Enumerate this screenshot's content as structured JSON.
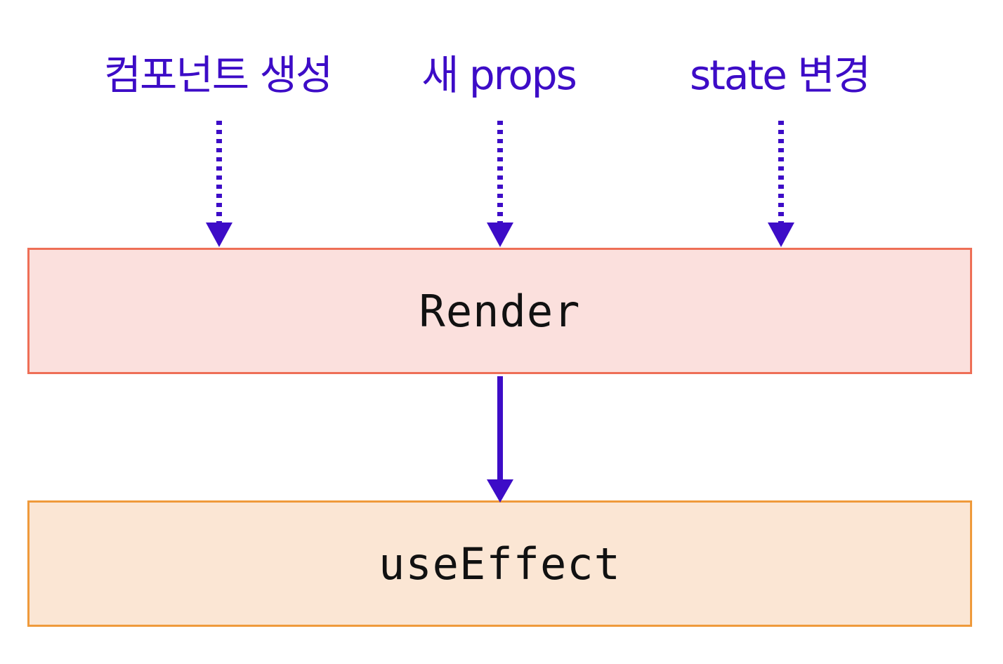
{
  "diagram": {
    "triggers": [
      {
        "label": "컴포넌트 생성"
      },
      {
        "label": "새 props"
      },
      {
        "label": "state 변경"
      }
    ],
    "render_box": {
      "label": "Render"
    },
    "effect_box": {
      "label": "useEffect"
    }
  },
  "colors": {
    "arrow": "#3d0cc7",
    "trigger_text": "#3d0cc7",
    "render_fill": "#fbe0dd",
    "render_border": "#ee6f57",
    "effect_fill": "#fbe6d4",
    "effect_border": "#ef9a3b"
  }
}
